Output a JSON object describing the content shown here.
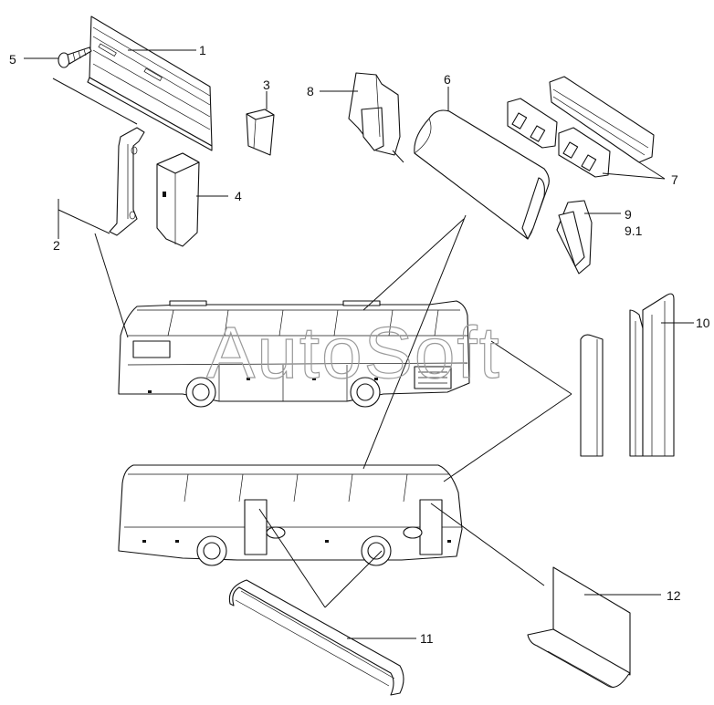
{
  "watermark": "AutoSoft",
  "callouts": [
    {
      "id": "1",
      "text": "1"
    },
    {
      "id": "2",
      "text": "2"
    },
    {
      "id": "3",
      "text": "3"
    },
    {
      "id": "4",
      "text": "4"
    },
    {
      "id": "5",
      "text": "5"
    },
    {
      "id": "6",
      "text": "6"
    },
    {
      "id": "7",
      "text": "7"
    },
    {
      "id": "8",
      "text": "8"
    },
    {
      "id": "9",
      "text": "9"
    },
    {
      "id": "9.1",
      "text": "9.1"
    },
    {
      "id": "10",
      "text": "10"
    },
    {
      "id": "11",
      "text": "11"
    },
    {
      "id": "12",
      "text": "12"
    }
  ]
}
